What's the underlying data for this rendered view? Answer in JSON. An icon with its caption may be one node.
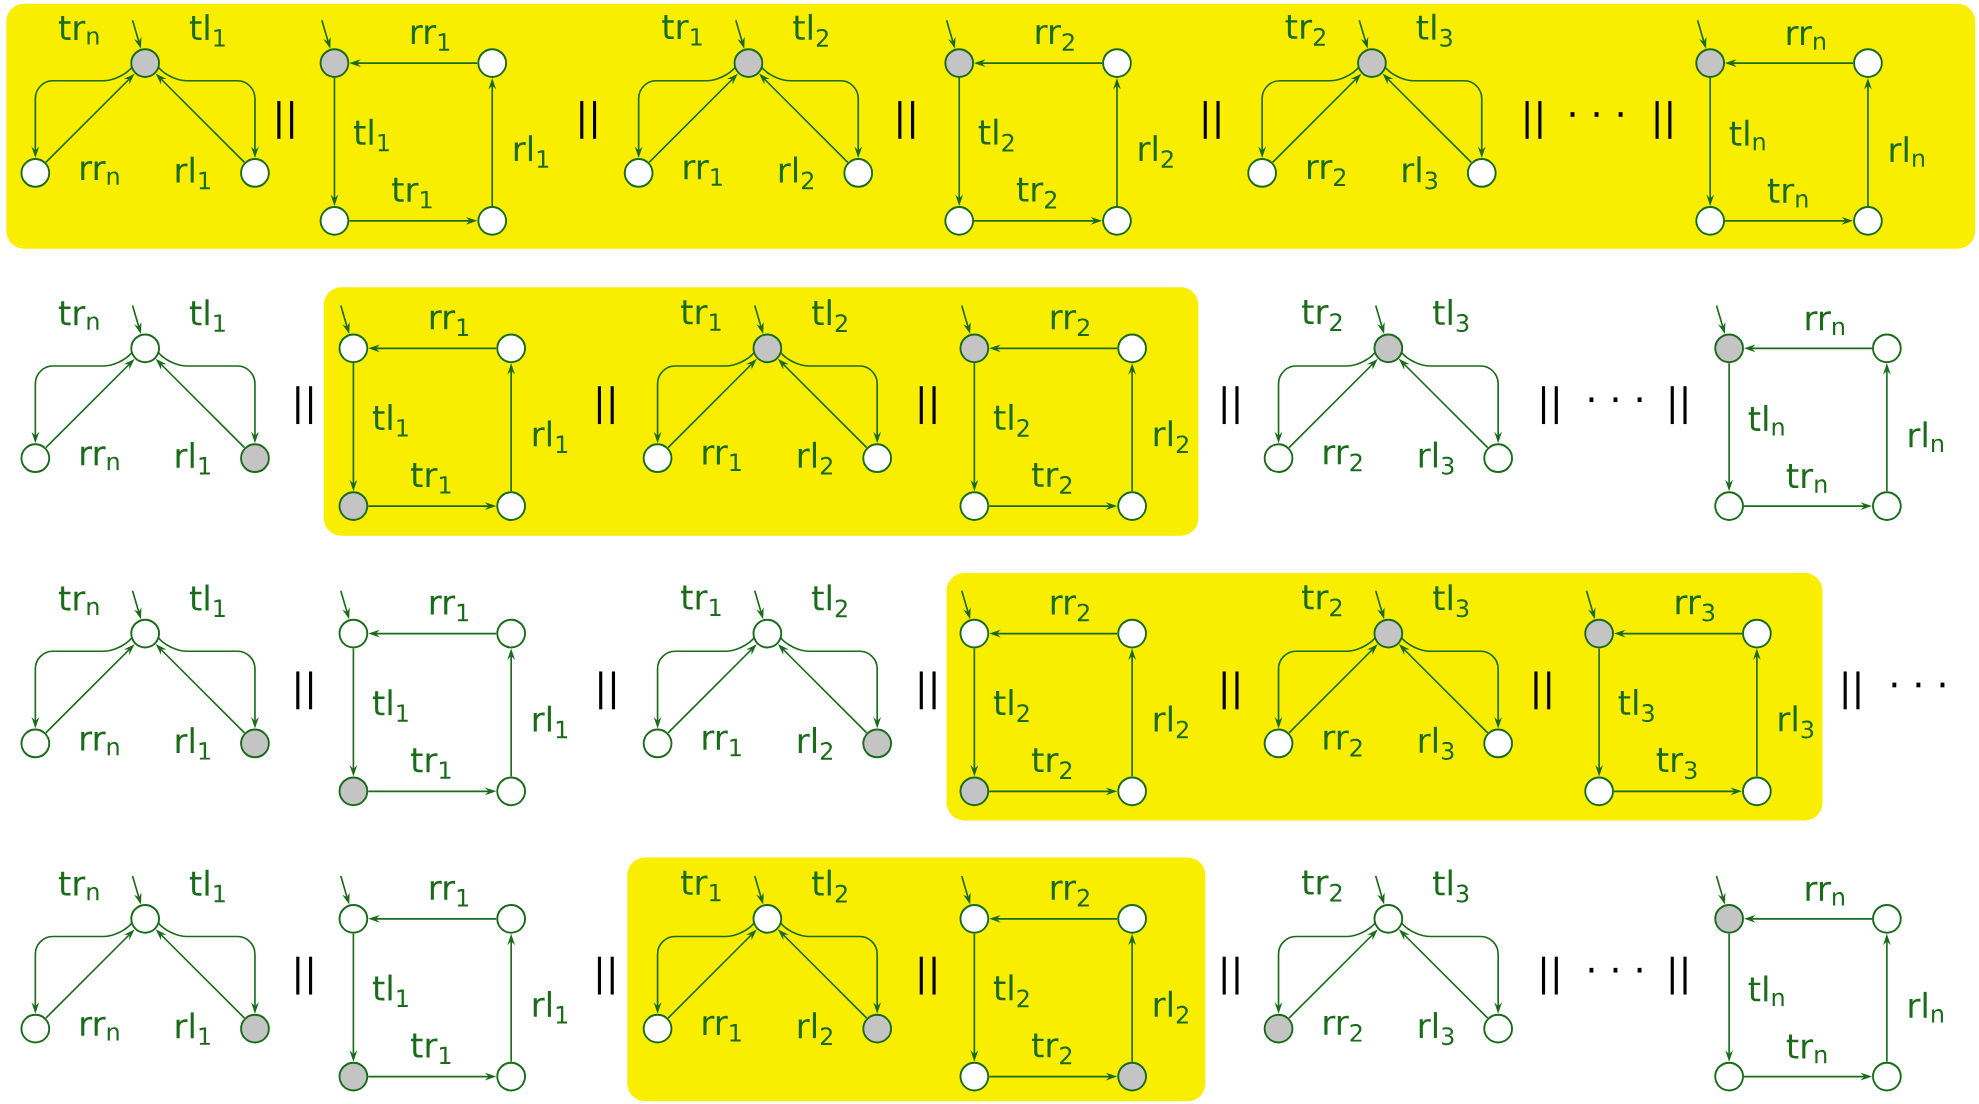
{
  "diagram": {
    "nodes": [
      {
        "text": [],
        "shape": "box"
      },
      {
        "text": [],
        "shape": "circle",
        "in": 0
      },
      {
        "text": [],
        "shape": "circle",
        "in": 0
      },
      {
        "text": [],
        "shape": "circle",
        "in": 0
      },
      {
        "text": [],
        "shape": "circle",
        "in": 0
      },
      {
        "text": [],
        "shape": "circle",
        "in": 0
      },
      {
        "text": [],
        "shape": "circle",
        "in": 0
      },
      {
        "text": [],
        "shape": "circle",
        "in": 0
      },
      {
        "text": [],
        "shape": "circle",
        "in": 0
      },
      {
        "text": [],
        "shape": "circle",
        "in": 0
      },
      {
        "text": [],
        "shape": "circle",
        "in": 0
      },
      {
        "text": [],
        "shape": "circle",
        "in": 0
      },
      {
        "text": [],
        "shape": "circle",
        "in": 0
      },
      {
        "text": [],
        "shape": "circle",
        "in": 0
      },
      {
        "text": [],
        "shape": "circle",
        "in": 0
      },
      {
        "text": [],
        "shape": "circle",
        "in": 0
      },
      {
        "text": [],
        "shape": "circle",
        "in": 0
      },
      {
        "text": [],
        "shape": "circle",
        "in": 0
      },
      {
        "text": [],
        "shape": "circle",
        "in": 0
      },
      {
        "text": [],
        "shape": "circle",
        "in": 0
      },
      {
        "text": [],
        "shape": "circle",
        "in": 0
      },
      {
        "text": [],
        "shape": "circle",
        "in": 0
      },
      {
        "text": [],
        "shape": "circle"
      },
      {
        "text": [],
        "shape": "circle"
      },
      {
        "text": [],
        "shape": "circle"
      },
      {
        "text": [],
        "shape": "box"
      },
      {
        "text": [],
        "shape": "circle",
        "in": 25
      },
      {
        "text": [],
        "shape": "circle",
        "in": 25
      },
      {
        "text": [],
        "shape": "circle",
        "in": 25
      },
      {
        "text": [],
        "shape": "circle",
        "in": 25
      },
      {
        "text": [],
        "shape": "circle",
        "in": 25
      },
      {
        "text": [],
        "shape": "circle",
        "in": 25
      },
      {
        "text": [],
        "shape": "circle",
        "in": 25
      },
      {
        "text": [],
        "shape": "circle",
        "in": 25
      },
      {
        "text": [],
        "shape": "circle",
        "in": 25
      },
      {
        "text": [],
        "shape": "circle",
        "in": 25
      },
      {
        "text": [],
        "shape": "circle",
        "in": 25
      },
      {
        "text": [],
        "shape": "circle"
      },
      {
        "text": [],
        "shape": "circle"
      },
      {
        "text": [],
        "shape": "circle"
      },
      {
        "text": [],
        "shape": "circle"
      },
      {
        "text": [],
        "shape": "circle"
      },
      {
        "text": [],
        "shape": "circle"
      },
      {
        "text": [],
        "shape": "circle"
      },
      {
        "text": [],
        "shape": "circle"
      },
      {
        "text": [],
        "shape": "circle"
      },
      {
        "text": [],
        "shape": "circle"
      },
      {
        "text": [],
        "shape": "circle"
      },
      {
        "text": [],
        "shape": "circle"
      },
      {
        "text": [],
        "shape": "circle"
      },
      {
        "text": [],
        "shape": "circle"
      },
      {
        "text": [],
        "shape": "circle"
      },
      {
        "text": [],
        "shape": "circle"
      },
      {
        "text": [],
        "shape": "circle"
      },
      {
        "text": [],
        "shape": "box"
      },
      {
        "text": [],
        "shape": "circle",
        "in": 54
      },
      {
        "text": [],
        "shape": "circle",
        "in": 54
      },
      {
        "text": [],
        "shape": "circle",
        "in": 54
      },
      {
        "text": [],
        "shape": "circle",
        "in": 54
      },
      {
        "text": [],
        "shape": "circle",
        "in": 54
      },
      {
        "text": [],
        "shape": "circle",
        "in": 54
      },
      {
        "text": [],
        "shape": "circle",
        "in": 54
      },
      {
        "text": [],
        "shape": "circle",
        "in": 54
      },
      {
        "text": [],
        "shape": "circle",
        "in": 54
      },
      {
        "text": [],
        "shape": "circle",
        "in": 54
      },
      {
        "text": [],
        "shape": "circle",
        "in": 54
      },
      {
        "text": [],
        "shape": "circle"
      },
      {
        "text": [],
        "shape": "circle"
      },
      {
        "text": [],
        "shape": "circle"
      },
      {
        "text": [],
        "shape": "circle"
      },
      {
        "text": [],
        "shape": "circle"
      },
      {
        "text": [],
        "shape": "circle"
      },
      {
        "text": [],
        "shape": "circle"
      },
      {
        "text": [],
        "shape": "box"
      },
      {
        "text": [],
        "shape": "circle",
        "in": 73
      },
      {
        "text": [],
        "shape": "circle",
        "in": 73
      },
      {
        "text": [],
        "shape": "circle",
        "in": 73
      },
      {
        "text": [],
        "shape": "circle",
        "in": 73
      },
      {
        "text": [],
        "shape": "circle",
        "in": 73
      },
      {
        "text": [],
        "shape": "circle",
        "in": 73
      },
      {
        "text": [],
        "shape": "circle",
        "in": 73
      },
      {
        "text": [],
        "shape": "circle"
      },
      {
        "text": [],
        "shape": "circle"
      },
      {
        "text": [],
        "shape": "circle"
      },
      {
        "text": [],
        "shape": "circle"
      },
      {
        "text": [],
        "shape": "circle"
      },
      {
        "text": [],
        "shape": "circle"
      },
      {
        "text": [],
        "shape": "circle"
      }
    ],
    "edges": [
      {
        "from": null,
        "to": 1,
        "arrow": "to"
      },
      {
        "from": 1,
        "to": 2,
        "arrow": "to",
        "label": "tr$_{n}$"
      },
      {
        "from": 1,
        "to": 3,
        "arrow": "to",
        "label": "tl$_{1}$"
      },
      {
        "from": 2,
        "to": 1,
        "arrow": "to",
        "label": "rr$_{n}$"
      },
      {
        "from": 3,
        "to": 1,
        "arrow": "to",
        "label": "rl$_{1}$"
      },
      {
        "from": null,
        "to": 4,
        "arrow": "to"
      },
      {
        "from": 5,
        "to": 4,
        "arrow": "to",
        "label": "rr$_{1}$"
      },
      {
        "from": 4,
        "to": 6,
        "arrow": "to",
        "label": "tl$_{1}$"
      },
      {
        "from": 6,
        "to": 7,
        "arrow": "to",
        "label": "tr$_{1}$"
      },
      {
        "from": 7,
        "to": 5,
        "arrow": "to",
        "label": "rl$_{1}$"
      },
      {
        "from": null,
        "to": 8,
        "arrow": "to"
      },
      {
        "from": 8,
        "to": 9,
        "arrow": "to",
        "label": "tr$_{1}$"
      },
      {
        "from": 8,
        "to": 10,
        "arrow": "to",
        "label": "tl$_{2}$"
      },
      {
        "from": 9,
        "to": 8,
        "arrow": "to",
        "label": "rr$_{1}$"
      },
      {
        "from": 10,
        "to": 8,
        "arrow": "to",
        "label": "rl$_{2}$"
      },
      {
        "from": null,
        "to": 11,
        "arrow": "to"
      },
      {
        "from": 12,
        "to": 11,
        "arrow": "to",
        "label": "rr$_{2}$"
      },
      {
        "from": 11,
        "to": 13,
        "arrow": "to",
        "label": "tl$_{2}$"
      },
      {
        "from": 13,
        "to": 14,
        "arrow": "to",
        "label": "tr$_{2}$"
      },
      {
        "from": 14,
        "to": 12,
        "arrow": "to",
        "label": "rl$_{2}$"
      },
      {
        "from": null,
        "to": 15,
        "arrow": "to"
      },
      {
        "from": 15,
        "to": 16,
        "arrow": "to",
        "label": "tr$_{2}$"
      },
      {
        "from": 15,
        "to": 17,
        "arrow": "to",
        "label": "tl$_{3}$"
      },
      {
        "from": 16,
        "to": 15,
        "arrow": "to",
        "label": "rr$_{2}$"
      },
      {
        "from": 17,
        "to": 15,
        "arrow": "to",
        "label": "rl$_{3}$"
      },
      {
        "from": null,
        "to": 18,
        "arrow": "to"
      },
      {
        "from": 19,
        "to": 18,
        "arrow": "to",
        "label": "rr$_{n}$"
      },
      {
        "from": 18,
        "to": 20,
        "arrow": "to",
        "label": "tl$_{n}$"
      },
      {
        "from": 20,
        "to": 21,
        "arrow": "to",
        "label": "tr$_{n}$"
      },
      {
        "from": 21,
        "to": 19,
        "arrow": "to",
        "label": "rl$_{n}$"
      },
      {
        "from": null,
        "to": 22,
        "arrow": "to"
      },
      {
        "from": 22,
        "to": 23,
        "arrow": "to",
        "label": "tr$_{n}$"
      },
      {
        "from": 22,
        "to": 24,
        "arrow": "to",
        "label": "tl$_{1}$"
      },
      {
        "from": 23,
        "to": 22,
        "arrow": "to",
        "label": "rr$_{n}$"
      },
      {
        "from": 24,
        "to": 22,
        "arrow": "to",
        "label": "rl$_{1}$"
      },
      {
        "from": null,
        "to": 26,
        "arrow": "to"
      },
      {
        "from": 27,
        "to": 26,
        "arrow": "to",
        "label": "rr$_{1}$"
      },
      {
        "from": 26,
        "to": 28,
        "arrow": "to",
        "label": "tl$_{1}$"
      },
      {
        "from": 28,
        "to": 29,
        "arrow": "to",
        "label": "tr$_{1}$"
      },
      {
        "from": 29,
        "to": 27,
        "arrow": "to",
        "label": "rl$_{1}$"
      },
      {
        "from": null,
        "to": 30,
        "arrow": "to"
      },
      {
        "from": 30,
        "to": 31,
        "arrow": "to",
        "label": "tr$_{1}$"
      },
      {
        "from": 30,
        "to": 32,
        "arrow": "to",
        "label": "tl$_{2}$"
      },
      {
        "from": 31,
        "to": 30,
        "arrow": "to",
        "label": "rr$_{1}$"
      },
      {
        "from": 32,
        "to": 30,
        "arrow": "to",
        "label": "rl$_{2}$"
      },
      {
        "from": null,
        "to": 33,
        "arrow": "to"
      },
      {
        "from": 34,
        "to": 33,
        "arrow": "to",
        "label": "rr$_{2}$"
      },
      {
        "from": 33,
        "to": 35,
        "arrow": "to",
        "label": "tl$_{2}$"
      },
      {
        "from": 35,
        "to": 36,
        "arrow": "to",
        "label": "tr$_{2}$"
      },
      {
        "from": 36,
        "to": 34,
        "arrow": "to",
        "label": "rl$_{2}$"
      },
      {
        "from": null,
        "to": 37,
        "arrow": "to"
      },
      {
        "from": 37,
        "to": 38,
        "arrow": "to",
        "label": "tr$_{2}$"
      },
      {
        "from": 37,
        "to": 39,
        "arrow": "to",
        "label": "tl$_{3}$"
      },
      {
        "from": 38,
        "to": 37,
        "arrow": "to",
        "label": "rr$_{2}$"
      },
      {
        "from": 39,
        "to": 37,
        "arrow": "to",
        "label": "rl$_{3}$"
      },
      {
        "from": null,
        "to": 40,
        "arrow": "to"
      },
      {
        "from": 41,
        "to": 40,
        "arrow": "to",
        "label": "rr$_{n}$"
      },
      {
        "from": 40,
        "to": 42,
        "arrow": "to",
        "label": "tl$_{n}$"
      },
      {
        "from": 42,
        "to": 43,
        "arrow": "to",
        "label": "tr$_{n}$"
      },
      {
        "from": 43,
        "to": 41,
        "arrow": "to",
        "label": "rl$_{n}$"
      },
      {
        "from": null,
        "to": 44,
        "arrow": "to"
      },
      {
        "from": 44,
        "to": 45,
        "arrow": "to",
        "label": "tr$_{n}$"
      },
      {
        "from": 44,
        "to": 46,
        "arrow": "to",
        "label": "tl$_{1}$"
      },
      {
        "from": 45,
        "to": 44,
        "arrow": "to",
        "label": "rr$_{n}$"
      },
      {
        "from": 46,
        "to": 44,
        "arrow": "to",
        "label": "rl$_{1}$"
      },
      {
        "from": null,
        "to": 47,
        "arrow": "to"
      },
      {
        "from": 48,
        "to": 47,
        "arrow": "to",
        "label": "rr$_{1}$"
      },
      {
        "from": 47,
        "to": 49,
        "arrow": "to",
        "label": "tl$_{1}$"
      },
      {
        "from": 49,
        "to": 50,
        "arrow": "to",
        "label": "tr$_{1}$"
      },
      {
        "from": 50,
        "to": 48,
        "arrow": "to",
        "label": "rl$_{1}$"
      },
      {
        "from": null,
        "to": 51,
        "arrow": "to"
      },
      {
        "from": 51,
        "to": 52,
        "arrow": "to",
        "label": "tr$_{1}$"
      },
      {
        "from": 51,
        "to": 53,
        "arrow": "to",
        "label": "tl$_{2}$"
      },
      {
        "from": 52,
        "to": 51,
        "arrow": "to",
        "label": "rr$_{1}$"
      },
      {
        "from": 53,
        "to": 51,
        "arrow": "to",
        "label": "rl$_{2}$"
      },
      {
        "from": null,
        "to": 55,
        "arrow": "to"
      },
      {
        "from": 56,
        "to": 55,
        "arrow": "to",
        "label": "rr$_{2}$"
      },
      {
        "from": 55,
        "to": 57,
        "arrow": "to",
        "label": "tl$_{2}$"
      },
      {
        "from": 57,
        "to": 58,
        "arrow": "to",
        "label": "tr$_{2}$"
      },
      {
        "from": 58,
        "to": 56,
        "arrow": "to",
        "label": "rl$_{2}$"
      },
      {
        "from": null,
        "to": 59,
        "arrow": "to"
      },
      {
        "from": 59,
        "to": 60,
        "arrow": "to",
        "label": "tr$_{2}$"
      },
      {
        "from": 59,
        "to": 61,
        "arrow": "to",
        "label": "tl$_{3}$"
      },
      {
        "from": 60,
        "to": 59,
        "arrow": "to",
        "label": "rr$_{2}$"
      },
      {
        "from": 61,
        "to": 59,
        "arrow": "to",
        "label": "rl$_{3}$"
      },
      {
        "from": null,
        "to": 62,
        "arrow": "to"
      },
      {
        "from": 63,
        "to": 62,
        "arrow": "to",
        "label": "rr$_{3}$"
      },
      {
        "from": 62,
        "to": 64,
        "arrow": "to",
        "label": "tl$_{3}$"
      },
      {
        "from": 64,
        "to": 65,
        "arrow": "to",
        "label": "tr$_{3}$"
      },
      {
        "from": 65,
        "to": 63,
        "arrow": "to",
        "label": "rl$_{3}$"
      },
      {
        "from": null,
        "to": 66,
        "arrow": "to"
      },
      {
        "from": 66,
        "to": 67,
        "arrow": "to",
        "label": "tr$_{n}$"
      },
      {
        "from": 66,
        "to": 68,
        "arrow": "to",
        "label": "tl$_{1}$"
      },
      {
        "from": 67,
        "to": 66,
        "arrow": "to",
        "label": "rr$_{n}$"
      },
      {
        "from": 68,
        "to": 66,
        "arrow": "to",
        "label": "rl$_{1}$"
      },
      {
        "from": null,
        "to": 69,
        "arrow": "to"
      },
      {
        "from": 70,
        "to": 69,
        "arrow": "to",
        "label": "rr$_{1}$"
      },
      {
        "from": 69,
        "to": 71,
        "arrow": "to",
        "label": "tl$_{1}$"
      },
      {
        "from": 71,
        "to": 72,
        "arrow": "to",
        "label": "tr$_{1}$"
      },
      {
        "from": 72,
        "to": 70,
        "arrow": "to",
        "label": "rl$_{1}$"
      },
      {
        "from": null,
        "to": 74,
        "arrow": "to"
      },
      {
        "from": 74,
        "to": 75,
        "arrow": "to",
        "label": "tr$_{1}$"
      },
      {
        "from": 74,
        "to": 76,
        "arrow": "to",
        "label": "tl$_{2}$"
      },
      {
        "from": 75,
        "to": 74,
        "arrow": "to",
        "label": "rr$_{1}$"
      },
      {
        "from": 76,
        "to": 74,
        "arrow": "to",
        "label": "rl$_{2}$"
      },
      {
        "from": null,
        "to": 77,
        "arrow": "to"
      },
      {
        "from": 78,
        "to": 77,
        "arrow": "to",
        "label": "rr$_{2}$"
      },
      {
        "from": 77,
        "to": 79,
        "arrow": "to",
        "label": "tl$_{2}$"
      },
      {
        "from": 79,
        "to": 80,
        "arrow": "to",
        "label": "tr$_{2}$"
      },
      {
        "from": 80,
        "to": 78,
        "arrow": "to",
        "label": "rl$_{2}$"
      },
      {
        "from": null,
        "to": 81,
        "arrow": "to"
      },
      {
        "from": 81,
        "to": 82,
        "arrow": "to",
        "label": "tr$_{2}$"
      },
      {
        "from": 81,
        "to": 83,
        "arrow": "to",
        "label": "tl$_{3}$"
      },
      {
        "from": 82,
        "to": 81,
        "arrow": "to",
        "label": "rr$_{2}$"
      },
      {
        "from": 83,
        "to": 81,
        "arrow": "to",
        "label": "rl$_{3}$"
      },
      {
        "from": null,
        "to": 84,
        "arrow": "to"
      },
      {
        "from": 85,
        "to": 84,
        "arrow": "to",
        "label": "rr$_{n}$"
      },
      {
        "from": 84,
        "to": 86,
        "arrow": "to",
        "label": "tl$_{n}$"
      },
      {
        "from": 86,
        "to": 87,
        "arrow": "to",
        "label": "tr$_{n}$"
      },
      {
        "from": 87,
        "to": 85,
        "arrow": "to",
        "label": "rl$_{n}$"
      }
    ],
    "labels": [
      "||",
      "||",
      "||",
      "||",
      "||",
      "· · ·",
      "||",
      "||",
      "||",
      "||",
      "||",
      "||",
      "· · ·",
      "||",
      "||",
      "||",
      "||",
      "||",
      "||",
      "||",
      "· · ·",
      "||",
      "||",
      "||",
      "||",
      "||",
      "· · ·",
      "||"
    ]
  }
}
